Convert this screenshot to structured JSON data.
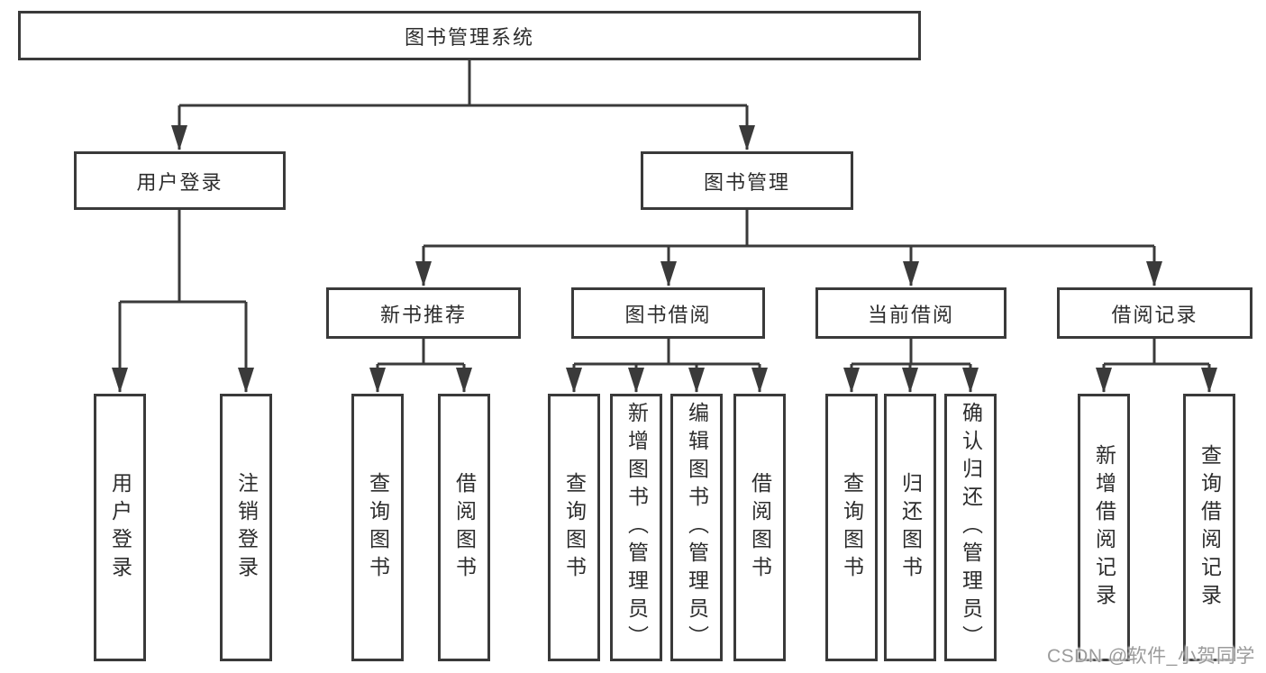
{
  "nodes": {
    "root": "图书管理系统",
    "user_login": "用户登录",
    "book_management": "图书管理",
    "new_book_recommend": "新书推荐",
    "book_borrowing": "图书借阅",
    "current_borrowing": "当前借阅",
    "borrowing_records": "借阅记录",
    "leaf_user_login": "用户登录",
    "leaf_logout": "注销登录",
    "leaf_nb_query_books": "查询图书",
    "leaf_nb_borrow_books": "借阅图书",
    "leaf_bb_query_books": "查询图书",
    "leaf_bb_add_books": "新增图书（管理员）",
    "leaf_bb_edit_books": "编辑图书（管理员）",
    "leaf_bb_borrow_books": "借阅图书",
    "leaf_cb_query_books": "查询图书",
    "leaf_cb_return_books": "归还图书",
    "leaf_cb_confirm_return": "确认归还（管理员）",
    "leaf_br_add_record": "新增借阅记录",
    "leaf_br_query_record": "查询借阅记录"
  },
  "watermark": "CSDN @软件_小贺同学",
  "colors": {
    "line": "#3a3a3a",
    "text": "#2d2d2d",
    "background": "#ffffff",
    "watermark": "#9b9b9b"
  }
}
